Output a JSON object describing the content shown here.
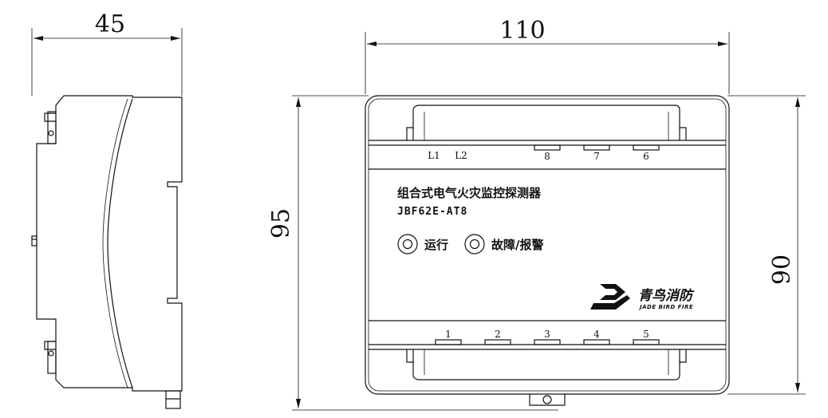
{
  "dimensions": {
    "side_width": "45",
    "front_width": "110",
    "total_height": "95",
    "body_height": "90"
  },
  "device": {
    "name": "组合式电气火灾监控探测器",
    "model": "JBF62E-AT8",
    "indicators": [
      {
        "label": "运行"
      },
      {
        "label": "故障/报警"
      }
    ],
    "top_terminals": [
      "L1",
      "L2",
      "8",
      "7",
      "6"
    ],
    "bottom_terminals": [
      "1",
      "2",
      "3",
      "4",
      "5"
    ],
    "brand_cn": "青鸟消防",
    "brand_en": "JADE BIRD FIRE"
  }
}
